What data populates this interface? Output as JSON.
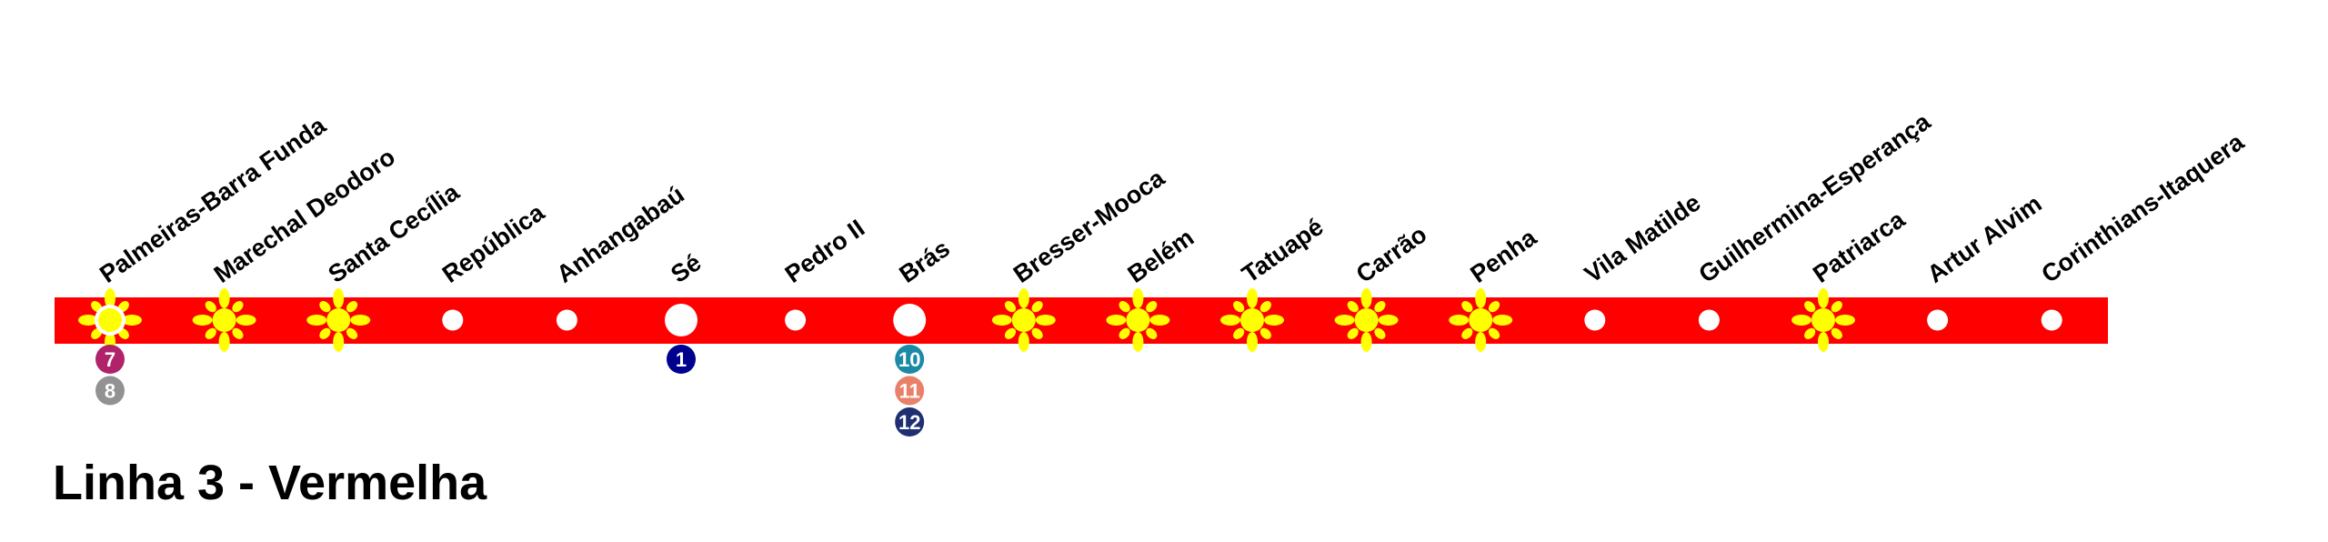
{
  "title": "Linha 3 - Vermelha",
  "colors": {
    "line": "#ff0000",
    "accessible": "#ffff00",
    "station": "#ffffff"
  },
  "stations": [
    {
      "name": "Palmeiras-Barra Funda",
      "type": "sun-terminal",
      "connections": [
        "7",
        "8"
      ]
    },
    {
      "name": "Marechal Deodoro",
      "type": "sun",
      "connections": []
    },
    {
      "name": "Santa Cecília",
      "type": "sun",
      "connections": []
    },
    {
      "name": "República",
      "type": "plain",
      "connections": []
    },
    {
      "name": "Anhangabaú",
      "type": "plain",
      "connections": []
    },
    {
      "name": "Sé",
      "type": "interchange",
      "connections": [
        "1"
      ]
    },
    {
      "name": "Pedro II",
      "type": "plain",
      "connections": []
    },
    {
      "name": "Brás",
      "type": "interchange",
      "connections": [
        "10",
        "11",
        "12"
      ]
    },
    {
      "name": "Bresser-Mooca",
      "type": "sun",
      "connections": []
    },
    {
      "name": "Belém",
      "type": "sun",
      "connections": []
    },
    {
      "name": "Tatuapé",
      "type": "sun",
      "connections": []
    },
    {
      "name": "Carrão",
      "type": "sun",
      "connections": []
    },
    {
      "name": "Penha",
      "type": "sun",
      "connections": []
    },
    {
      "name": "Vila Matilde",
      "type": "plain",
      "connections": []
    },
    {
      "name": "Guilhermina-Esperança",
      "type": "plain",
      "connections": []
    },
    {
      "name": "Patriarca",
      "type": "sun",
      "connections": []
    },
    {
      "name": "Artur Alvim",
      "type": "plain",
      "connections": []
    },
    {
      "name": "Corinthians-Itaquera",
      "type": "plain",
      "connections": []
    }
  ],
  "line_colors": {
    "1": "#00008f",
    "7": "#b0226a",
    "8": "#929292",
    "10": "#1b8aa6",
    "11": "#e8806a",
    "12": "#1e2f72"
  }
}
